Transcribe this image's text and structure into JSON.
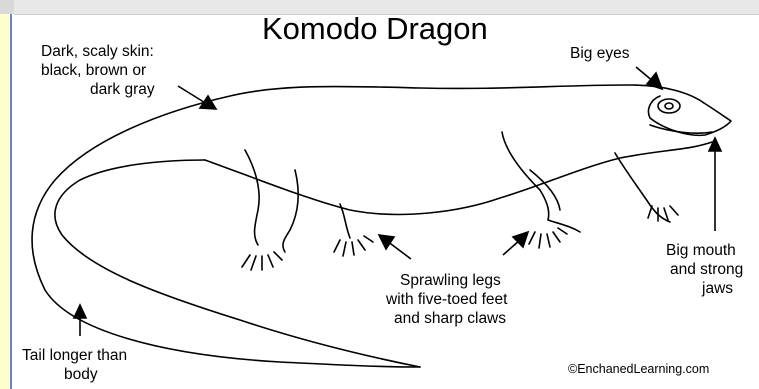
{
  "title": "Komodo Dragon",
  "labels": {
    "skin": [
      "Dark, scaly skin:",
      "black, brown or",
      "dark gray"
    ],
    "eyes": [
      "Big eyes"
    ],
    "mouth": [
      "Big mouth",
      "and strong",
      "jaws"
    ],
    "legs": [
      "Sprawling legs",
      "with five-toed feet",
      "and sharp claws"
    ],
    "tail": [
      "Tail longer than",
      "body"
    ]
  },
  "credit": "©EnchanedLearning.com"
}
